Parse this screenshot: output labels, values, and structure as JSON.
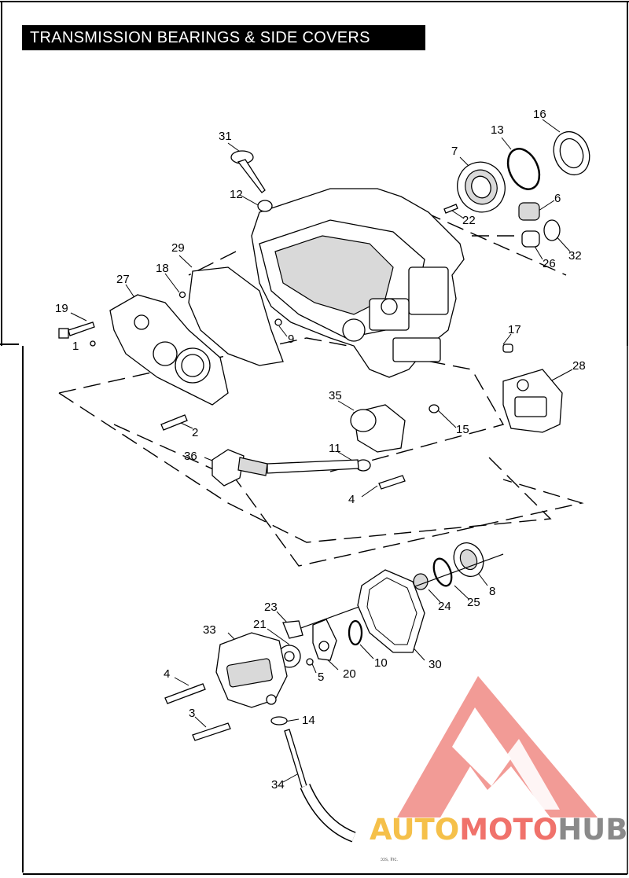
{
  "page": {
    "title": "TRANSMISSION BEARINGS & SIDE COVERS",
    "footer": "ɔɔs, Inc."
  },
  "watermark": {
    "part1": "AUTO",
    "part2": "MOTO",
    "part3": "HUB",
    "colors": {
      "auto": "#f5c04a",
      "moto": "#f0726b",
      "hub": "#8a8a8a",
      "logo": "#f08a84"
    }
  },
  "callouts": {
    "c1": "1",
    "c2": "2",
    "c3": "3",
    "c4a": "4",
    "c4b": "4",
    "c5": "5",
    "c6": "6",
    "c7": "7",
    "c8": "8",
    "c9": "9",
    "c10": "10",
    "c11": "11",
    "c12": "12",
    "c13": "13",
    "c14": "14",
    "c15": "15",
    "c16": "16",
    "c17": "17",
    "c18": "18",
    "c19": "19",
    "c20": "20",
    "c21": "21",
    "c22": "22",
    "c23": "23",
    "c24": "24",
    "c25": "25",
    "c26": "26",
    "c27": "27",
    "c28": "28",
    "c29": "29",
    "c30": "30",
    "c31": "31",
    "c32": "32",
    "c33": "33",
    "c34": "34",
    "c35": "35",
    "c36": "36"
  }
}
